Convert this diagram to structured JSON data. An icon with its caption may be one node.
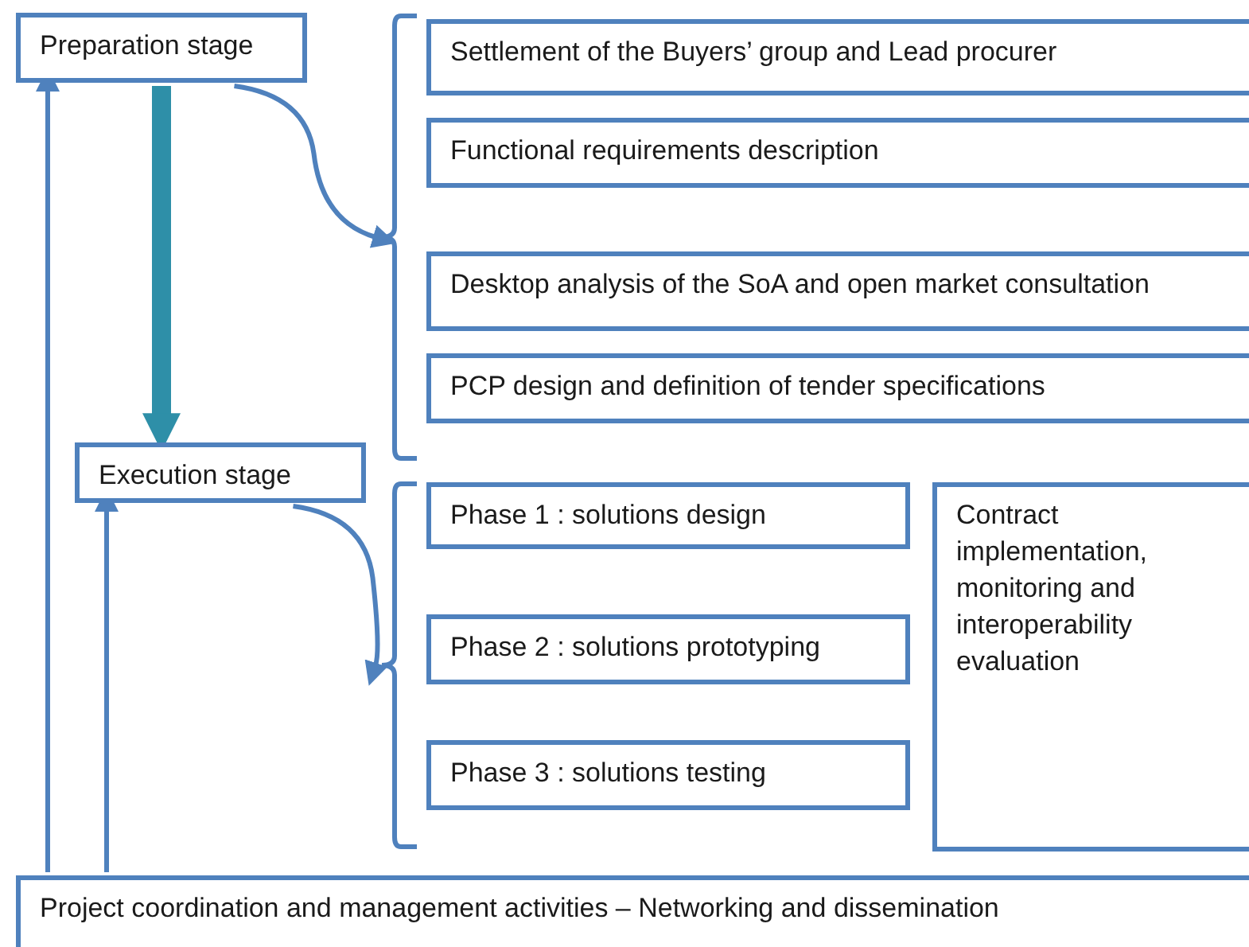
{
  "diagram": {
    "nodes": [
      {
        "text": [
          "Preparation stage"
        ]
      },
      {
        "text": [],
        "shape": "bracket"
      },
      {
        "text": [
          "Settlement of the Buyers’ group and Lead procurer"
        ]
      },
      {
        "text": [
          "Functional requirements description"
        ]
      },
      {
        "text": [
          "Desktop analysis of the SoA and open market consultation"
        ]
      },
      {
        "text": [
          "PCP design and definition of tender specifications"
        ]
      },
      {
        "text": [
          "Execution stage"
        ]
      },
      {
        "text": [],
        "shape": "bracket"
      },
      {
        "text": [
          "Phase 1 : solutions design"
        ]
      },
      {
        "text": [
          "Phase 2 : solutions prototyping"
        ]
      },
      {
        "text": [
          "Phase 3 : solutions testing"
        ]
      },
      {
        "text": [
          "Contract implementation, monitoring and interoperability evaluation"
        ]
      },
      {
        "text": [
          "Project coordination and management activities – Networking and dissemination"
        ]
      }
    ],
    "edges": [
      {
        "from": 0,
        "to": 6,
        "arrow": "to",
        "style": "thick",
        "color": "#2e8fa8"
      },
      {
        "from": 0,
        "to": 1,
        "arrow": "to"
      },
      {
        "from": 6,
        "to": 7,
        "arrow": "to"
      },
      {
        "from": 12,
        "to": 0,
        "arrow": "to"
      },
      {
        "from": 12,
        "to": 6,
        "arrow": "to"
      }
    ]
  }
}
